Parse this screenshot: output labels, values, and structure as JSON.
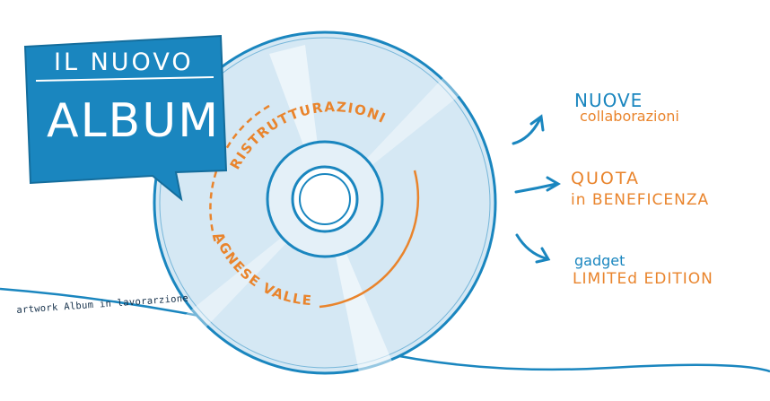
{
  "badge": {
    "line1": "IL NUOVO",
    "line2": "ALBUM"
  },
  "disc": {
    "outer_ring_text": "RISTRUTTURAZIONI",
    "inner_ring_text": "AGNESE VALLE"
  },
  "features": [
    {
      "line1": "NUOVE",
      "line2": "collaborazioni",
      "icon": "arrow-icon"
    },
    {
      "line1": "QUOTA",
      "line2": "in BENEFICENZA",
      "icon": "arrow-icon"
    },
    {
      "line1": "gadget",
      "line2": "LIMITEd EDITION",
      "icon": "arrow-icon"
    }
  ],
  "caption": "artwork Album in lavorarzione",
  "colors": {
    "blue": "#1a86bf",
    "orange": "#e9842c",
    "disc": "#d5e8f4",
    "ink": "#15304a"
  }
}
